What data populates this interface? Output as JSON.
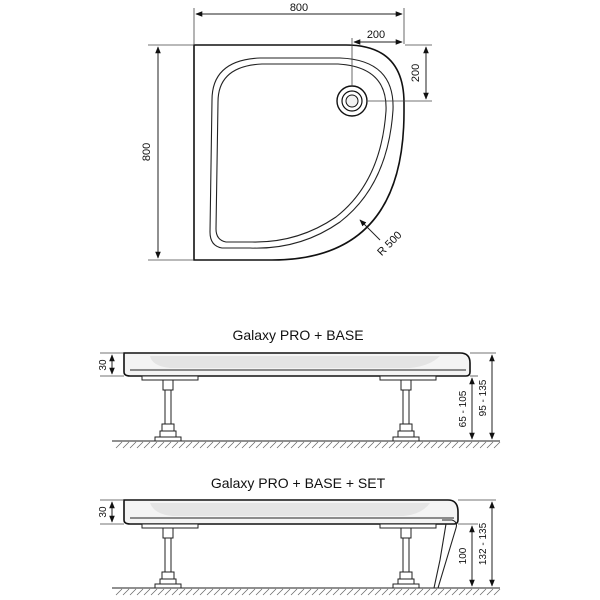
{
  "top_view": {
    "width_label": "800",
    "height_label": "800",
    "drain_x_label": "200",
    "drain_y_label": "200",
    "radius_label": "R 500"
  },
  "section_1": {
    "title": "Galaxy PRO + BASE",
    "thickness_label": "30",
    "leg_range_label": "65 - 105",
    "total_range_label": "95 - 135"
  },
  "section_2": {
    "title": "Galaxy PRO + BASE + SET",
    "thickness_label": "30",
    "leg_label": "100",
    "total_range_label": "132 - 135"
  },
  "colors": {
    "line": "#111111",
    "shade": "#e4e4e4",
    "background": "#ffffff"
  }
}
